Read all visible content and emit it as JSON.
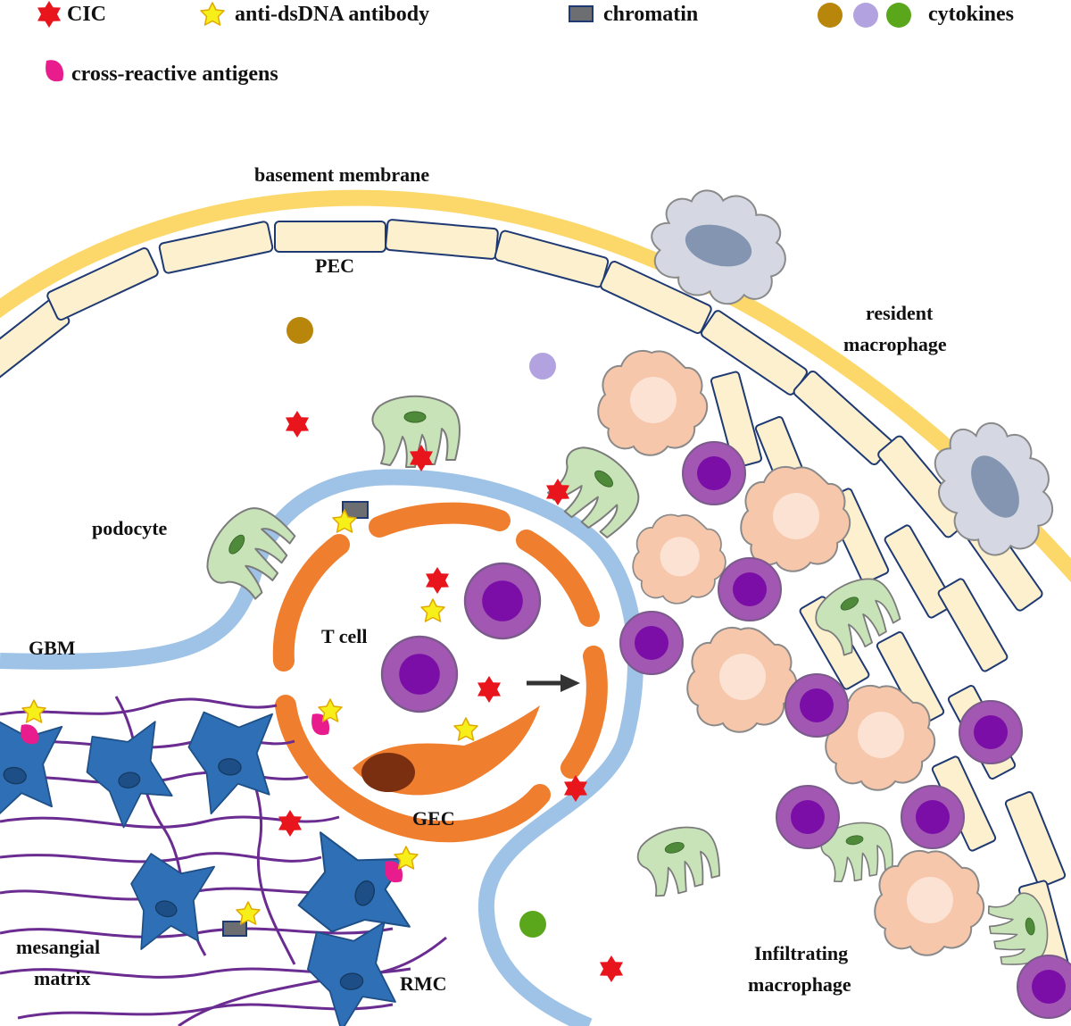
{
  "legend": {
    "cic": "CIC",
    "anti_dsdna": "anti-dsDNA antibody",
    "chromatin": "chromatin",
    "cytokines": "cytokines",
    "cross_reactive": "cross-reactive antigens"
  },
  "labels": {
    "basement_membrane": "basement membrane",
    "pec": "PEC",
    "resident_macrophage_1": "resident",
    "resident_macrophage_2": "macrophage",
    "podocyte": "podocyte",
    "gbm": "GBM",
    "t_cell": "T cell",
    "gec": "GEC",
    "mesangial_matrix_1": "mesangial",
    "mesangial_matrix_2": "matrix",
    "rmc": "RMC",
    "infiltrating_macrophage_1": "Infiltrating",
    "infiltrating_macrophage_2": "macrophage"
  },
  "colors": {
    "cic": "#e8161c",
    "anti_dsdna": "#f7ef1a",
    "chromatin": "#6d6e71",
    "cytokine_1": "#b8860b",
    "cytokine_2": "#b3a2e0",
    "cytokine_3": "#5aa71c",
    "cross_reactive": "#e81c8c",
    "basement_membrane": "#fcd86a",
    "pec_fill": "#fdf0cf",
    "pec_stroke": "#1f3a73",
    "gbm": "#9fc3e6",
    "gec": "#ef7e2e",
    "t_cell_outer": "#a257b3",
    "t_cell_inner": "#7a0ea6",
    "podocyte": "#c9e3b9",
    "rmc": "#2f6fb5",
    "matrix_fiber": "#6b2c91",
    "infiltrating_macrophage": "#f7c7ab",
    "resident_macrophage": "#d5d8e2"
  }
}
